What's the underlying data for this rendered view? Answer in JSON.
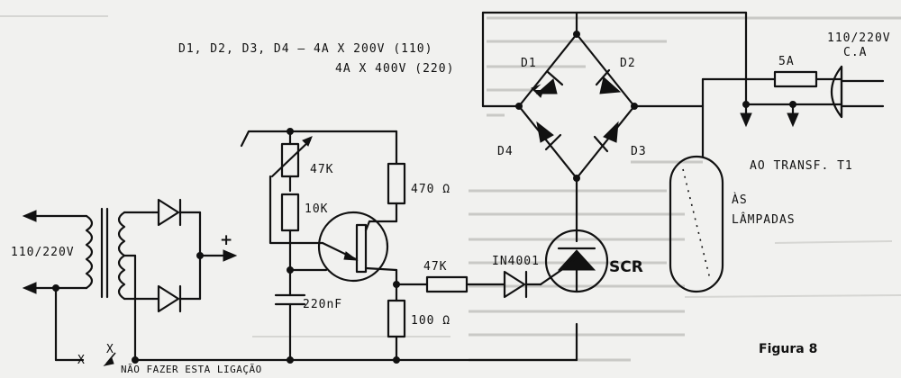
{
  "labels": {
    "diode_spec_1": "D1, D2, D3, D4 — 4A X 200V (110)",
    "diode_spec_2": "4A X 400V (220)",
    "input_voltage_left": "110/220V",
    "plus": "+",
    "pot": "47K",
    "r10k": "10K",
    "r470": "470 Ω",
    "cap": "220nF",
    "r47k": "47K",
    "r100": "100 Ω",
    "diode": "IN4001",
    "scr": "SCR",
    "d1": "D1",
    "d2": "D2",
    "d3": "D3",
    "d4": "D4",
    "fuse": "5A",
    "input_voltage_right": "110/220V",
    "ac": "C.A",
    "transf": "AO  TRANSF. T1",
    "lamps_1": "ÀS",
    "lamps_2": "LÂMPADAS",
    "x_left": "X",
    "x_right": "X",
    "warning": "NÃO FAZER ESTA LIGAÇÃO",
    "figure": "Figura 8"
  }
}
